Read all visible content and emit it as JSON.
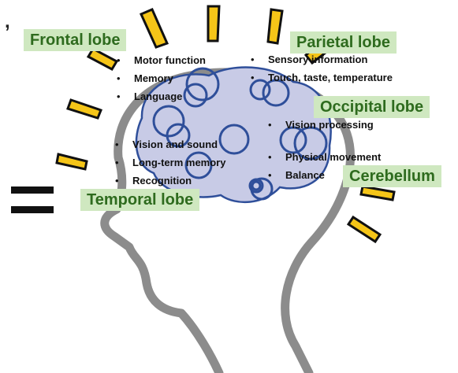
{
  "diagram": {
    "lobes": [
      {
        "id": "frontal",
        "label": "Frontal lobe",
        "items": [
          "Motor function",
          "Memory",
          "Language"
        ]
      },
      {
        "id": "parietal",
        "label": "Parietal lobe",
        "items": [
          "Sensory information",
          "Touch, taste, temperature"
        ]
      },
      {
        "id": "occipital",
        "label": "Occipital lobe",
        "items": [
          "Vision processing"
        ]
      },
      {
        "id": "cerebellum",
        "label": "Cerebellum",
        "items": [
          "Physical movement",
          "Balance"
        ]
      },
      {
        "id": "temporal",
        "label": "Temporal lobe",
        "items": [
          "Vision and sound",
          "Long-term memory",
          "Recognition"
        ]
      }
    ],
    "colors": {
      "label_bg": "#cfe8c0",
      "label_text": "#2e6b1e",
      "ray_fill": "#f5c518",
      "head_outline": "#8c8c8c",
      "brain_fill": "#c8cbe6",
      "brain_circles": "#2f4f9a"
    },
    "stray_mark": ","
  }
}
